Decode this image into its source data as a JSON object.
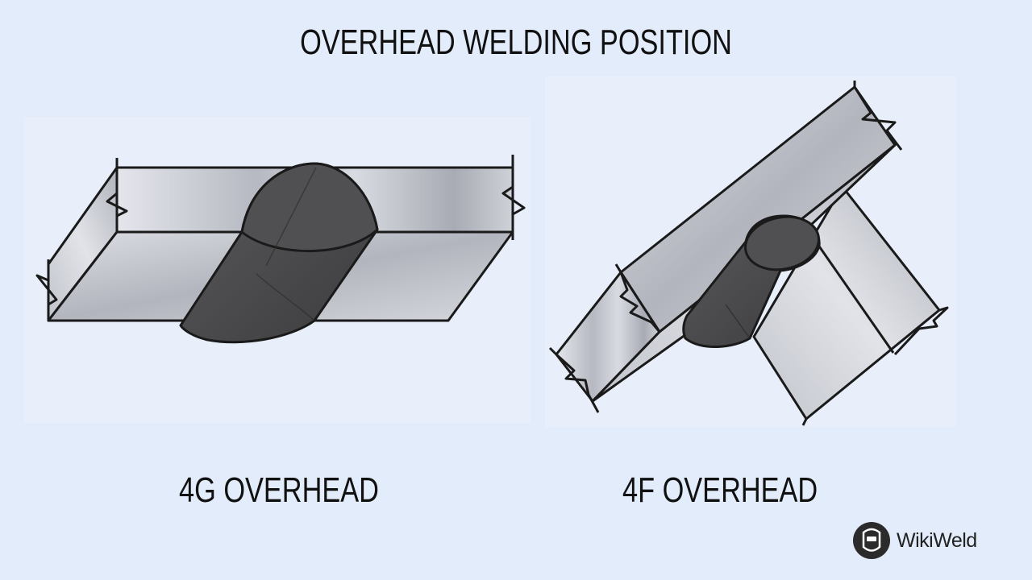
{
  "title": "OVERHEAD WELDING POSITION",
  "panels": [
    {
      "id": "4g",
      "caption": "4G OVERHEAD"
    },
    {
      "id": "4f",
      "caption": "4F OVERHEAD"
    }
  ],
  "brand": {
    "name": "WikiWeld",
    "icon": "welding-helmet-icon"
  },
  "colors": {
    "background": "#e3ecfa",
    "metal": "#c6c8d0",
    "weld": "#4a4a4a",
    "outline": "#1a1a1a"
  }
}
